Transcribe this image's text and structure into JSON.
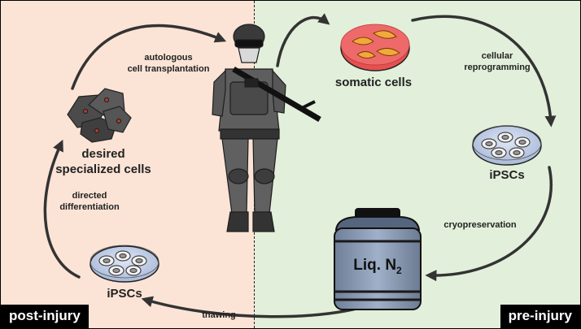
{
  "labels": {
    "autologous": "autologous\ncell transplantation",
    "desired_cells": "desired\nspecialized cells",
    "directed": "directed\ndifferentiation",
    "ipscs_left": "iPSCs",
    "thawing": "thawing",
    "somatic_cells": "somatic cells",
    "cellular_reprogramming": "cellular\nreprogramming",
    "ipscs_right": "iPSCs",
    "cryopreservation": "cryopreservation",
    "tank_label_main": "Liq. N",
    "tank_label_sub": "2"
  },
  "corners": {
    "left": "post-injury",
    "right": "pre-injury"
  },
  "colors": {
    "post_injury_bg": "#fbe4d6",
    "pre_injury_bg": "#e2efda",
    "arrow": "#333333",
    "tank": "#8a9bb4",
    "dish_cells": "#c7d3ea",
    "somatic_dish": "#e65050"
  },
  "icons": [
    "soldier-figure",
    "petri-dish-somatic",
    "petri-dish-ipscs",
    "cell-cluster",
    "liquid-nitrogen-tank"
  ]
}
